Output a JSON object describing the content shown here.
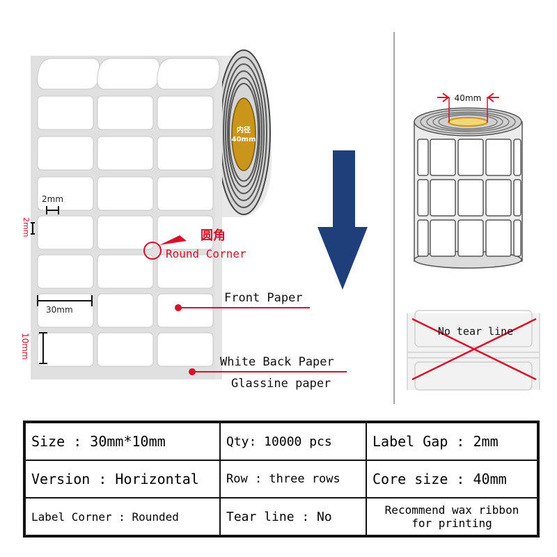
{
  "roll_figure": {
    "core_label_cn": "内径",
    "core_label_size": "40mm",
    "gap_horizontal": "2mm",
    "gap_vertical": "2mm",
    "label_width": "30mm",
    "label_height": "10mm",
    "round_corner_cn": "圆角",
    "round_corner_en": "Round Corner",
    "front_paper": "Front Paper",
    "white_back_paper": "White Back Paper",
    "glassine_paper": "Glassine paper"
  },
  "side_figure": {
    "core_size": "40mm",
    "no_tear_line": "No tear line"
  },
  "colors": {
    "accent_red": "#d8102b",
    "arrow_blue": "#1f3f7a",
    "core_gold": "#c9951a"
  },
  "spec_table": {
    "rows": [
      [
        "Size : 30mm*10mm",
        "Qty: 10000 pcs",
        "Label Gap : 2mm"
      ],
      [
        "Version : Horizontal",
        "Row : three rows",
        "Core size : 40mm"
      ],
      [
        "Label Corner : Rounded",
        "Tear line : No",
        "Recommend wax ribbon for printing"
      ]
    ]
  }
}
